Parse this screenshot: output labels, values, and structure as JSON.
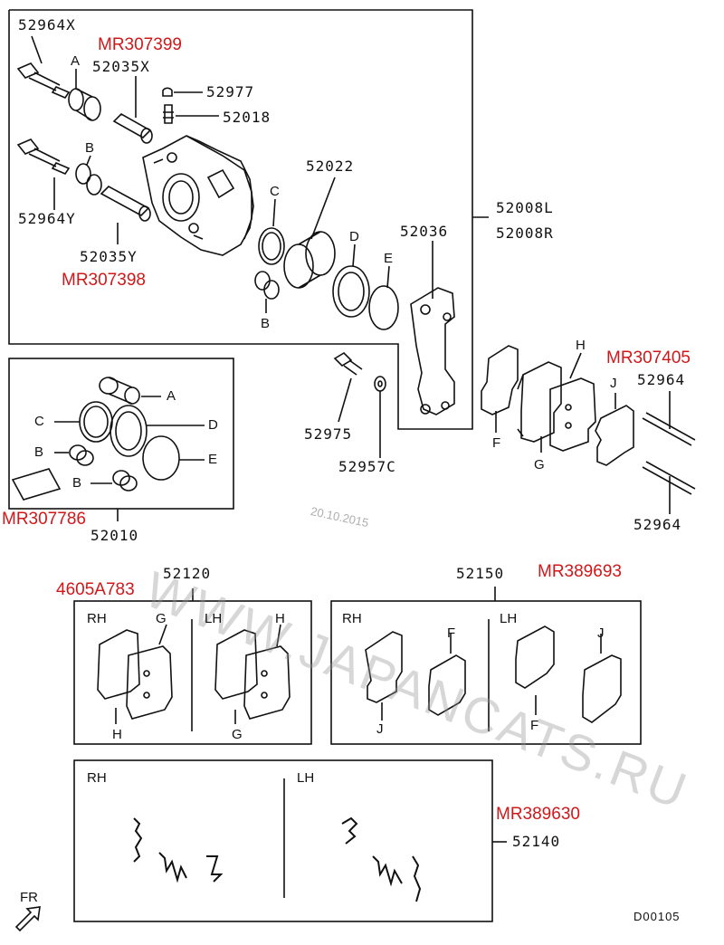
{
  "diagram_code": "D00105",
  "watermark": {
    "text": "WWW.JAPANCATS.RU",
    "date": "20.10.2015"
  },
  "caliper_assembly": {
    "upper_labels": {
      "bolt_x": "52964X",
      "sleeve_x": "52035X",
      "cap": "52977",
      "bleeder": "52018",
      "caliper_body": "52022",
      "assembly_l": "52008L",
      "assembly_r": "52008R",
      "bolt_y": "52964Y",
      "sleeve_y": "52035Y",
      "support": "52036"
    },
    "letters": {
      "a": "A",
      "b": "B",
      "c": "C",
      "d": "D",
      "e": "E"
    },
    "part_numbers": {
      "mr_x": "MR307399",
      "mr_y": "MR307398"
    }
  },
  "seal_kit": {
    "number": "52010",
    "part_number": "MR307786",
    "letters": {
      "a": "A",
      "b": "B",
      "c": "C",
      "d": "D",
      "e": "E"
    }
  },
  "loose_parts": {
    "bolt": "52975",
    "washer": "52957C",
    "pin_upper": "52964",
    "pin_lower": "52964",
    "part_number": "MR307405",
    "letters": {
      "f": "F",
      "g": "G",
      "h": "H",
      "j": "J"
    }
  },
  "pad_set_main": {
    "number": "52120",
    "part_number": "4605A783",
    "rh": "RH",
    "lh": "LH",
    "letters": {
      "g_top": "G",
      "h_bottom": "H",
      "h_top": "H",
      "g_bottom": "G"
    }
  },
  "shim_set": {
    "number": "52150",
    "part_number": "MR389693",
    "rh": "RH",
    "lh": "LH",
    "letters": {
      "j_bottom": "J",
      "f_top": "F",
      "f_bottom": "F",
      "j_top": "J"
    }
  },
  "clip_set": {
    "number": "52140",
    "part_number": "MR389630",
    "rh": "RH",
    "lh": "LH"
  },
  "front_marker": "FR"
}
